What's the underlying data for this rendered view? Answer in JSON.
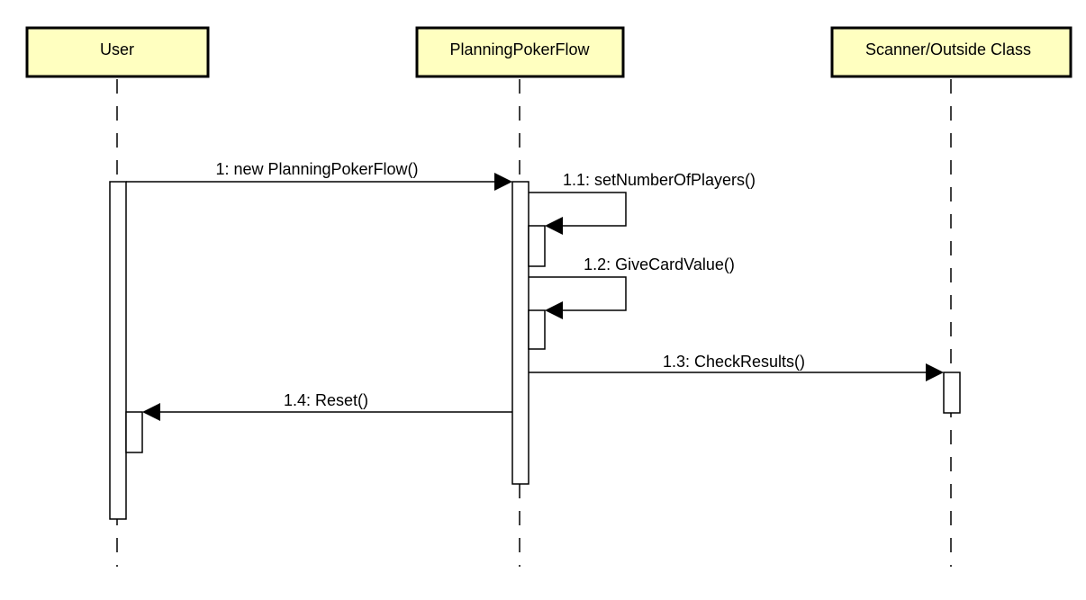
{
  "diagram": {
    "type": "uml-sequence",
    "colors": {
      "participant_fill": "#ffffc0",
      "stroke": "#000000",
      "background": "#ffffff"
    },
    "participants": [
      {
        "id": "user",
        "label": "User"
      },
      {
        "id": "flow",
        "label": "PlanningPokerFlow"
      },
      {
        "id": "scanner",
        "label": "Scanner/Outside Class"
      }
    ],
    "messages": [
      {
        "id": "m1",
        "label": "1: new PlanningPokerFlow()",
        "from": "User",
        "to": "PlanningPokerFlow",
        "kind": "call"
      },
      {
        "id": "m1_1",
        "label": "1.1: setNumberOfPlayers()",
        "from": "PlanningPokerFlow",
        "to": "PlanningPokerFlow",
        "kind": "self-call"
      },
      {
        "id": "m1_2",
        "label": "1.2: GiveCardValue()",
        "from": "PlanningPokerFlow",
        "to": "PlanningPokerFlow",
        "kind": "self-call"
      },
      {
        "id": "m1_3",
        "label": "1.3: CheckResults()",
        "from": "PlanningPokerFlow",
        "to": "Scanner/Outside Class",
        "kind": "call"
      },
      {
        "id": "m1_4",
        "label": "1.4: Reset()",
        "from": "PlanningPokerFlow",
        "to": "User",
        "kind": "call"
      }
    ]
  }
}
